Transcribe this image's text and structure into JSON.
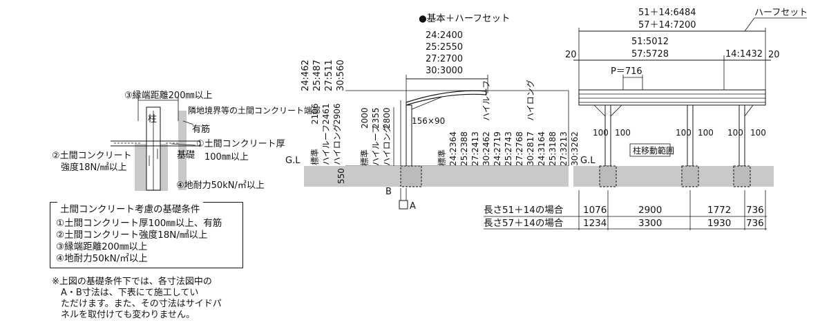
{
  "section_title": "●基本＋ハーフセット",
  "top_right_label": "ハーフセット",
  "foundation": {
    "edge_distance": "③縁端距離200㎜以上",
    "pillar": "柱",
    "neighbor_edge": "隣地境界等の土間コンクリート端部",
    "rebar": "有筋",
    "thickness_line1": "①土間コンクリート厚",
    "thickness_line2": "100㎜以上",
    "foundation_label": "基礎",
    "strength_line1": "②土間コンクリート",
    "strength_line2": "強度18N/㎟以上",
    "bearing": "④地耐力50kN/㎡以上"
  },
  "conditions": {
    "title": "土間コンクリート考慮の基礎条件",
    "items": [
      "①土間コンクリート厚100㎜以上、有筋",
      "②土間コンクリート強度18N/㎟以上",
      "③縁端距離200㎜以上",
      "④地耐力50kN/㎡以上"
    ]
  },
  "note_lines": [
    "※上図の基礎条件下では、各寸法図中の",
    "　A・B寸法は、下表にて施工してい",
    "　ただけます。また、その寸法はサイドパ",
    "　ネルを取付けても変わりません。"
  ],
  "side_view": {
    "height_labels": [
      "24:462",
      "25:487",
      "27:511",
      "30:560"
    ],
    "depth_labels": [
      "24:2400",
      "25:2550",
      "27:2700",
      "30:3000"
    ],
    "clear_heights_col1": [
      "2106",
      "2461",
      "2906"
    ],
    "clear_heights_col2": [
      "2000",
      "2355",
      "2800"
    ],
    "types_col1": [
      "標準",
      "ハイルーフ",
      "ハイロング"
    ],
    "types_col2": [
      "標準",
      "ハイルーフ",
      "ハイロング"
    ],
    "beam": "156×90",
    "standard_group": [
      "標準",
      "24:2364",
      "25:2388",
      "27:2413",
      "30:2462"
    ],
    "highroof_group": [
      "ハイルーフ",
      "24:2719",
      "25:2743",
      "27:2768",
      "30:2817"
    ],
    "highlong_group": [
      "ハイロング",
      "24:3164",
      "25:3188",
      "27:3213",
      "30:3262"
    ],
    "gl": "G.L",
    "embed": "550",
    "b": "B",
    "a": "A"
  },
  "front_view": {
    "total_lengths": [
      "51＋14:6484",
      "57＋14:7200"
    ],
    "inner_lengths": [
      "51:5012",
      "57:5728"
    ],
    "half_length": "14:1432",
    "edge_left": "20",
    "edge_right": "20",
    "pitch": "P＝716",
    "move_range": "柱移動範囲",
    "arrow_value": "100",
    "gl": "G.L"
  },
  "table": {
    "rows": [
      {
        "label": "長さ51＋14の場合",
        "values": [
          "1076",
          "2900",
          "1772",
          "736"
        ]
      },
      {
        "label": "長さ57＋14の場合",
        "values": [
          "1234",
          "3300",
          "1930",
          "736"
        ]
      }
    ]
  }
}
